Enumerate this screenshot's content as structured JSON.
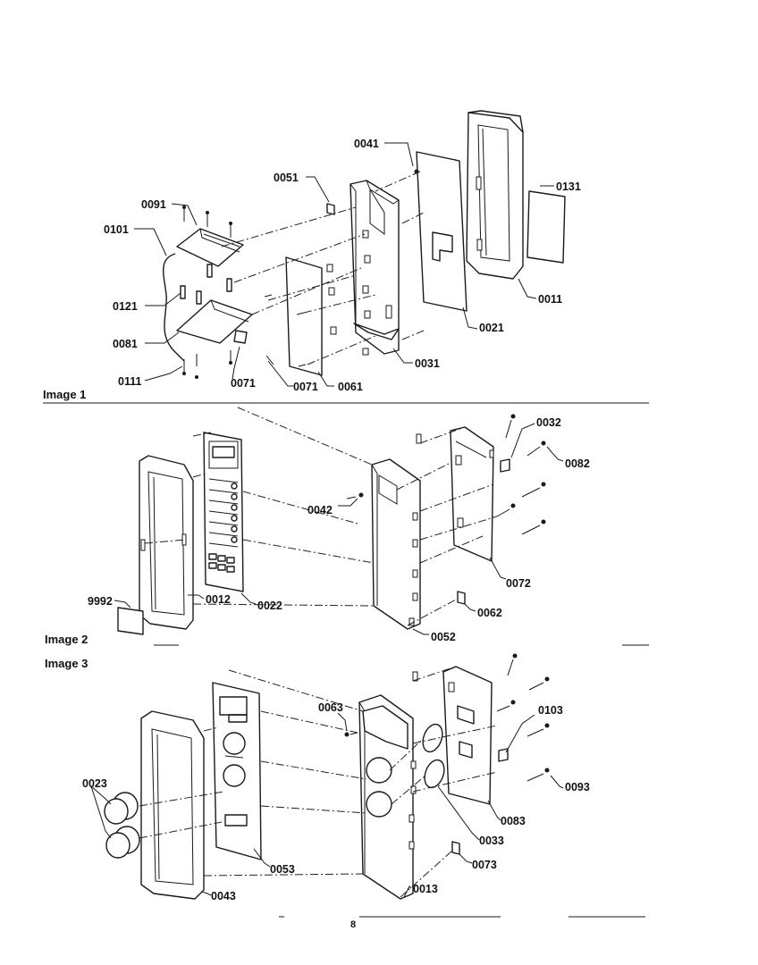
{
  "captions": {
    "image1": "Image 1",
    "image2": "Image 2",
    "image3": "Image 3"
  },
  "page_number": "8",
  "callouts": {
    "c0041": "0041",
    "c0051": "0051",
    "c0091": "0091",
    "c0131": "0131",
    "c0101": "0101",
    "c0121": "0121",
    "c0011": "0011",
    "c0081": "0081",
    "c0021": "0021",
    "c0031": "0031",
    "c0111": "0111",
    "c0071a": "0071",
    "c0071b": "0071",
    "c0061": "0061",
    "c0032": "0032",
    "c0082": "0082",
    "c0042": "0042",
    "c0072": "0072",
    "c9992": "9992",
    "c0012": "0012",
    "c0022": "0022",
    "c0062": "0062",
    "c0052": "0052",
    "c0063": "0063",
    "c0103": "0103",
    "c0023": "0023",
    "c0093": "0093",
    "c0083": "0083",
    "c0033": "0033",
    "c0073": "0073",
    "c0053": "0053",
    "c0013": "0013",
    "c0043": "0043"
  },
  "icons": {
    "screw": "screw-icon",
    "slot": "clip-icon"
  },
  "colors": {
    "ink": "#1a1a1a",
    "paper": "#ffffff"
  }
}
